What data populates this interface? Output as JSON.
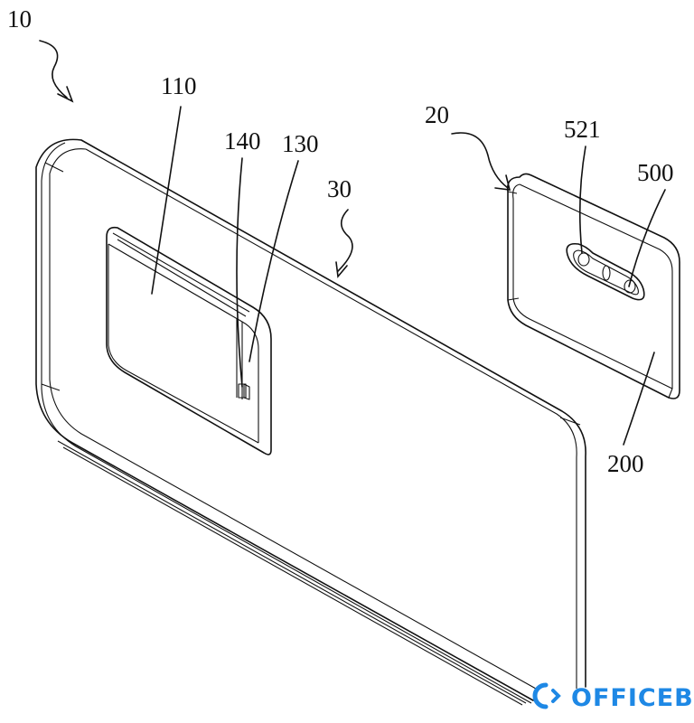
{
  "labels": {
    "l10": "10",
    "l110": "110",
    "l140": "140",
    "l130": "130",
    "l30": "30",
    "l20": "20",
    "l521": "521",
    "l500": "500",
    "l200": "200"
  },
  "watermark": {
    "text": "OFFICEBA",
    "icon": "officeba-logo-icon",
    "color": "#1e88e5"
  },
  "colors": {
    "line": "#111111",
    "background": "#ffffff"
  }
}
